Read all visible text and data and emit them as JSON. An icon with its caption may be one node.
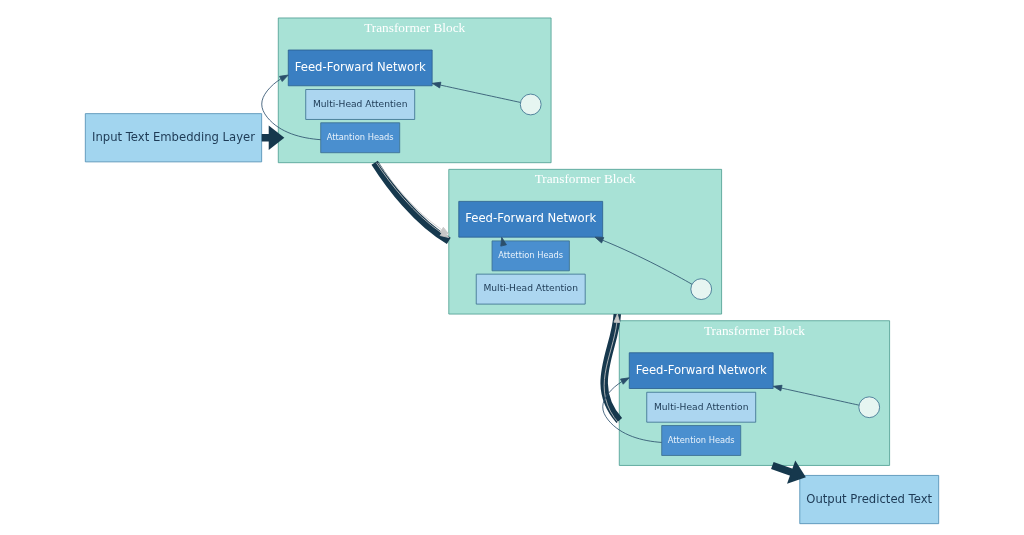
{
  "diagram": {
    "nodes": [
      {
        "text": [
          "Input Text Embedding Layer"
        ]
      },
      {
        "text": [
          "Transformer Block"
        ]
      },
      {
        "text": [
          "Multi-Head Attentien"
        ],
        "in": 1
      },
      {
        "text": [
          "Attantion Heads"
        ],
        "in": 1
      },
      {
        "text": [],
        "shape": "circle",
        "in": 1
      },
      {
        "text": [
          "Feed-Forward Network"
        ],
        "in": 1
      },
      {
        "text": [
          "Transformer Block"
        ]
      },
      {
        "text": [
          "Multi-Head Attention"
        ],
        "in": 6
      },
      {
        "text": [
          "Attettion Heads"
        ],
        "in": 6
      },
      {
        "text": [],
        "shape": "circle",
        "in": 6
      },
      {
        "text": [
          "Feed-Forward Network"
        ],
        "in": 6
      },
      {
        "text": [
          "Transformer Block"
        ]
      },
      {
        "text": [
          "Multi-Head Attention"
        ],
        "in": 11
      },
      {
        "text": [
          "Attention Heads"
        ],
        "in": 11
      },
      {
        "text": [],
        "shape": "circle",
        "in": 11
      },
      {
        "text": [
          "Feed-Forward Network"
        ],
        "in": 11
      },
      {
        "text": [
          "Output Predicted Text"
        ]
      }
    ],
    "edges": [
      {
        "from": 0,
        "to": 1,
        "arrow": "to",
        "style": "thick"
      },
      {
        "from": 3,
        "to": 5,
        "arrow": "to"
      },
      {
        "from": 4,
        "to": 5,
        "arrow": "to"
      },
      {
        "from": 1,
        "to": 6,
        "arrow": "none",
        "style": "thick"
      },
      {
        "from": 1,
        "to": 6,
        "arrow": "to",
        "color": "#c8c8c8"
      },
      {
        "from": 1,
        "to": 6,
        "arrow": "to",
        "color": "#c8c8c8"
      },
      {
        "from": 8,
        "to": 10,
        "arrow": "to"
      },
      {
        "from": 9,
        "to": 10,
        "arrow": "to"
      },
      {
        "from": 6,
        "to": 11,
        "arrow": "none",
        "style": "thick"
      },
      {
        "from": 11,
        "to": 6,
        "arrow": "to",
        "color": "#c8c8c8"
      },
      {
        "from": 13,
        "to": 15,
        "arrow": "to"
      },
      {
        "from": 14,
        "to": 15,
        "arrow": "to"
      },
      {
        "from": 11,
        "to": 16,
        "arrow": "to",
        "style": "thick"
      }
    ]
  }
}
